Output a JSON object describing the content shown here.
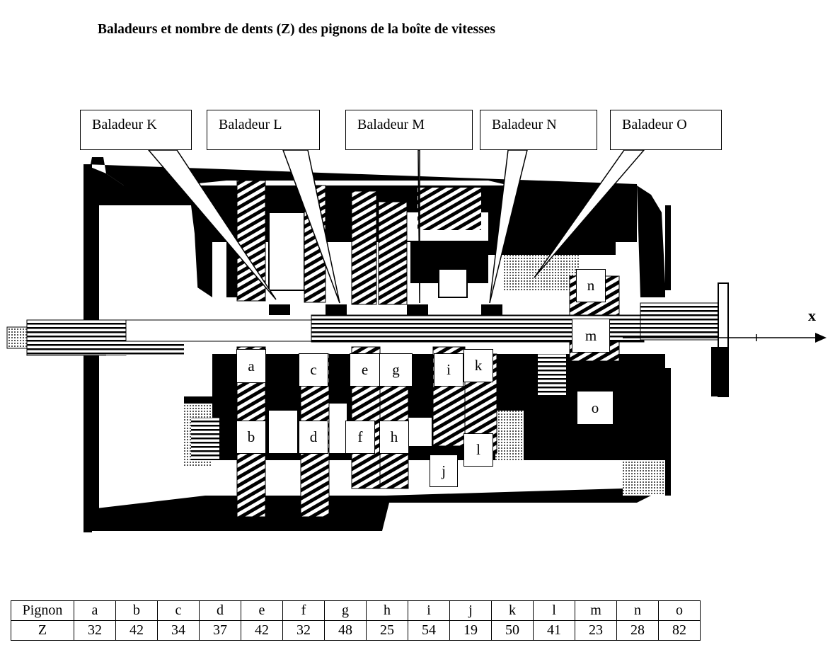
{
  "title": "Baladeurs et nombre de dents (Z) des pignons de la boîte de vitesses",
  "axis_label": "x",
  "callouts": [
    {
      "id": "K",
      "label": "Baladeur K"
    },
    {
      "id": "L",
      "label": "Baladeur L"
    },
    {
      "id": "M",
      "label": "Baladeur M"
    },
    {
      "id": "N",
      "label": "Baladeur N"
    },
    {
      "id": "O",
      "label": "Baladeur O"
    }
  ],
  "gear_labels": [
    "a",
    "b",
    "c",
    "d",
    "e",
    "f",
    "g",
    "h",
    "i",
    "j",
    "k",
    "l",
    "m",
    "n",
    "o"
  ],
  "table": {
    "row_headers": [
      "Pignon",
      "Z"
    ],
    "pignons": [
      "a",
      "b",
      "c",
      "d",
      "e",
      "f",
      "g",
      "h",
      "i",
      "j",
      "k",
      "l",
      "m",
      "n",
      "o"
    ],
    "z": [
      "32",
      "42",
      "34",
      "37",
      "42",
      "32",
      "48",
      "25",
      "54",
      "19",
      "50",
      "41",
      "23",
      "28",
      "82"
    ]
  }
}
